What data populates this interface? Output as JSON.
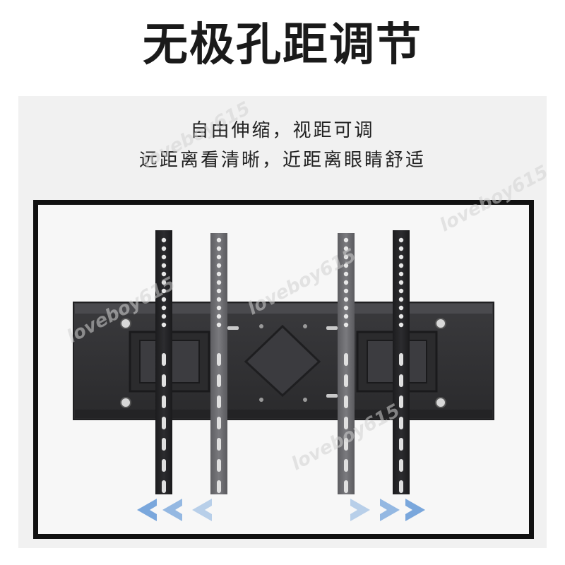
{
  "title": "无极孔距调节",
  "subtitle_line1": "自由伸缩，视距可调",
  "subtitle_line2": "远距离看清晰，近距离眼睛舒适",
  "watermark": "loveboy615",
  "colors": {
    "background": "#ffffff",
    "panel": "#f1f1f1",
    "tv_frame": "#111111",
    "wall": "#f7f7f7",
    "bracket": "#333336",
    "arm_dark": "#222224",
    "arm_grey": "#6e6e72",
    "arrow_blue": "#7aa7dc"
  },
  "icons": [
    "arrow-left-icon",
    "arrow-right-icon"
  ]
}
